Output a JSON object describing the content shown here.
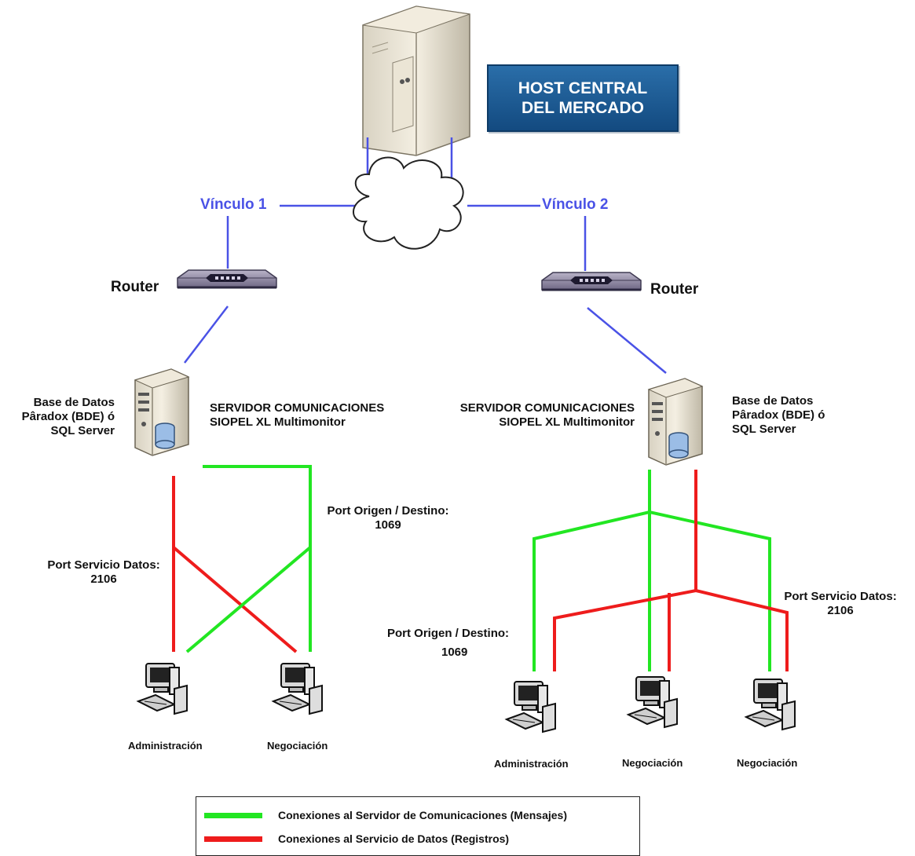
{
  "colors": {
    "link_blue": "#4a52e6",
    "messages_green": "#22e622",
    "data_red": "#ee1c1c",
    "banner_blue": "#1f5f99"
  },
  "host": {
    "banner": "HOST CENTRAL\nDEL MERCADO",
    "icon": "tower-server-icon"
  },
  "links": {
    "left": "Vínculo 1",
    "right": "Vínculo 2"
  },
  "cloud": {
    "icon": "network-cloud-icon"
  },
  "routers": {
    "left_label": "Router",
    "right_label": "Router",
    "icon": "router-icon"
  },
  "left_site": {
    "database": "Base de Datos\nPâradox (BDE) ó\nSQL Server",
    "server": "SERVIDOR COMUNICACIONES\nSIOPEL XL Multimonitor",
    "port_messages": "Port Origen / Destino:\n1069",
    "port_data": "Port Servicio Datos:\n2106",
    "workstations": [
      "Administración",
      "Negociación"
    ]
  },
  "right_site": {
    "database": "Base de Datos\nPâradox (BDE) ó\nSQL Server",
    "server": "SERVIDOR COMUNICACIONES\nSIOPEL XL Multimonitor",
    "port_messages_line1": "Port Origen / Destino:",
    "port_messages_line2": "1069",
    "port_data": "Port Servicio Datos:\n2106",
    "workstations": [
      "Administración",
      "Negociación",
      "Negociación"
    ]
  },
  "legend": [
    {
      "color": "#22e622",
      "text": "Conexiones al Servidor de Comunicaciones (Mensajes)"
    },
    {
      "color": "#ee1c1c",
      "text": "Conexiones al Servicio de Datos (Registros)"
    }
  ]
}
